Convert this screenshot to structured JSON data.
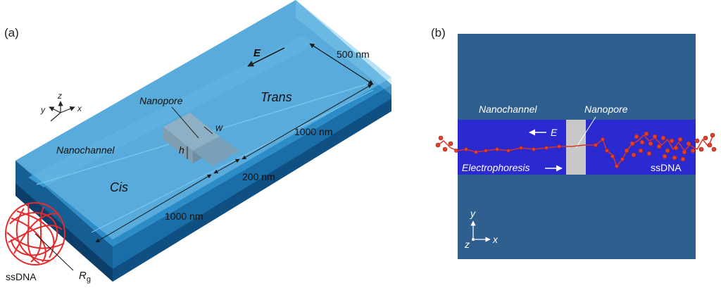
{
  "panel_a": {
    "label": "(a)",
    "field_label": "E",
    "dim_width": "500 nm",
    "trans_label": "Trans",
    "cis_label": "Cis",
    "nanopore_label": "Nanopore",
    "w_label": "w",
    "h_label": "h",
    "nanochannel_label": "Nanochannel",
    "dim_trans_length": "1000 nm",
    "dim_pore_length": "200 nm",
    "dim_cis_length": "1000 nm",
    "ssdna_label": "ssDNA",
    "rg_label": "R",
    "rg_sub": "g",
    "axis_x": "x",
    "axis_y": "y",
    "axis_z": "z",
    "colors": {
      "glass_top": "#5ab0e0",
      "glass_front": "#4a9ccf",
      "block_top": "#2c8cc8",
      "block_front": "#1a6ea8",
      "block_side": "#0f4f82",
      "block_dark": "#0b3f6a",
      "pore": "#7aa0b8",
      "dna": "#e52b2b"
    }
  },
  "panel_b": {
    "label": "(b)",
    "nanochannel_label": "Nanochannel",
    "nanopore_label": "Nanopore",
    "field_label": "E",
    "electrophoresis_label": "Electrophoresis",
    "ssdna_label": "ssDNA",
    "axis_x": "x",
    "axis_y": "y",
    "axis_z": "z",
    "colors": {
      "background": "#2e5f8e",
      "channel": "#2a2ad0",
      "pore": "#c8c8c8",
      "bead": "#e0402a"
    }
  }
}
